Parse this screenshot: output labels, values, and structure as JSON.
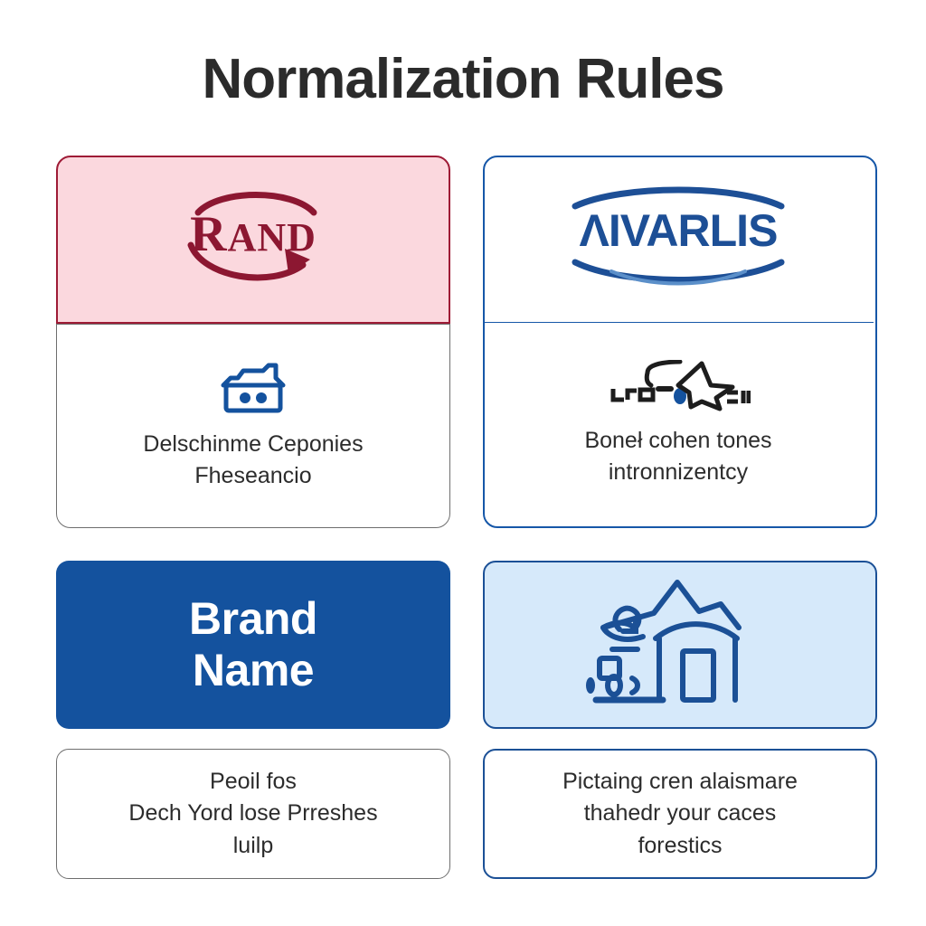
{
  "page": {
    "title": "Normalization Rules",
    "background": "#ffffff"
  },
  "colors": {
    "rand_maroon": "#8c1731",
    "rand_pink_bg": "#fbd8de",
    "brand_blue": "#14529e",
    "outline_blue": "#1657a8",
    "light_blue_bg": "#d6e9fa",
    "gray_border": "#6e6e6e",
    "text_dark": "#2c2c2c",
    "title_color": "#2b2b2b"
  },
  "cells": [
    {
      "id": "rand",
      "logo": {
        "type": "wordmark",
        "text_main": "R",
        "text_rest": "AND",
        "full_text": "RAND",
        "icon": "circular-arrow-icon",
        "background": "#fbd8de",
        "border": "#9e1b36"
      },
      "caption": {
        "icon": "barn-house-icon",
        "lines": [
          "Delschinme Ceponies",
          "Fheseancio"
        ]
      }
    },
    {
      "id": "aivarlis",
      "logo": {
        "type": "wordmark",
        "full_text": "ΛIVARLIS",
        "icon": "double-arc-icon",
        "background": "#ffffff",
        "border": "#1657a8"
      },
      "caption": {
        "icon": "abstract-star-dash-icon",
        "lines": [
          "Boneł cohen tones",
          "intronnizentcy"
        ]
      }
    },
    {
      "id": "brand-name",
      "logo": {
        "type": "text-block",
        "lines": [
          "Brand",
          "Name"
        ],
        "background": "#14529e",
        "text_color": "#ffffff"
      },
      "caption": {
        "lines": [
          "Peoil fos",
          "Dech Yord lose Prreshes",
          "luilp"
        ]
      }
    },
    {
      "id": "house",
      "logo": {
        "type": "illustration",
        "icon": "cottage-house-line-icon",
        "background": "#d6e9fa",
        "border": "#1b5096"
      },
      "caption": {
        "lines": [
          "Pictaing cren alaismare",
          "thahedr your caces",
          "forestics"
        ]
      }
    }
  ]
}
